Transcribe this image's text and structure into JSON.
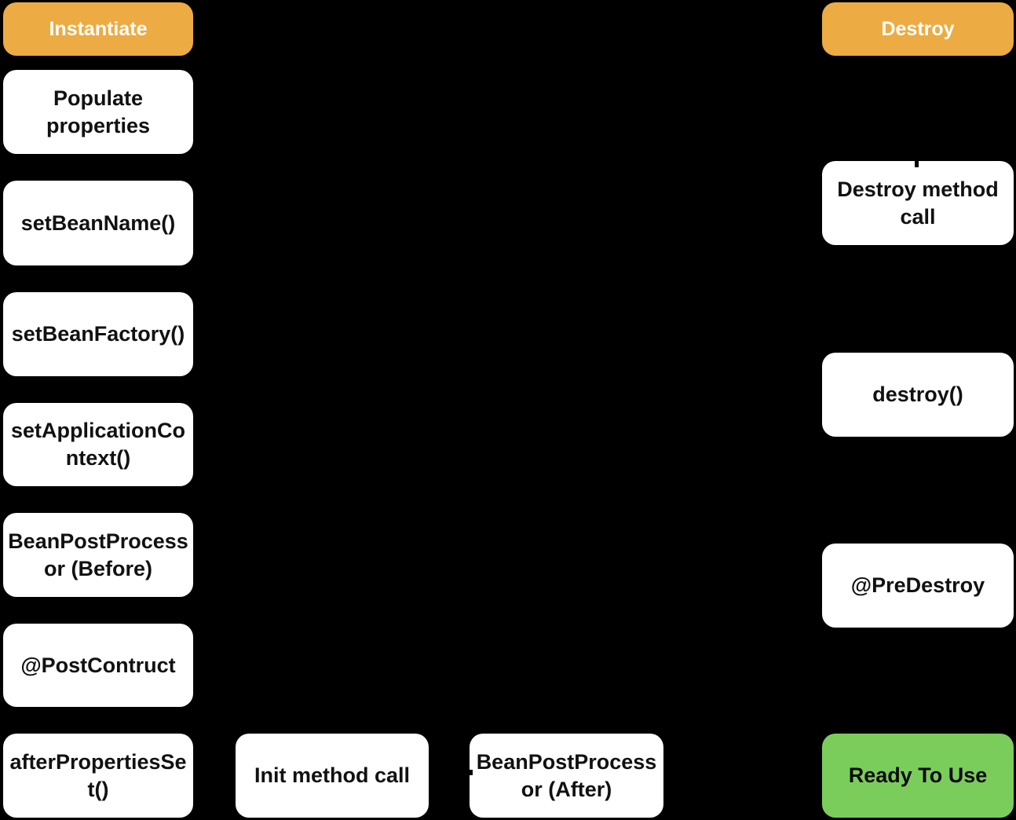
{
  "colors": {
    "background": "#000000",
    "stage_orange": "#ECAB43",
    "stage_text": "#FFFFFF",
    "step_bg": "#FFFFFF",
    "step_text": "#111111",
    "ready_green": "#7BCD5B",
    "ready_text": "#0B0B0B"
  },
  "lifecycle": {
    "instantiate_header": "Instantiate",
    "instantiate_steps": [
      "Populate properties",
      "setBeanName()",
      "setBeanFactory()",
      "setApplicationContext()",
      "BeanPostProcessor (Before)",
      "@PostContruct",
      "afterPropertiesSet()"
    ],
    "bottom_steps": [
      "Init method call",
      "BeanPostProcessor (After)"
    ],
    "ready_label": "Ready To Use",
    "destroy_header": "Destroy",
    "destroy_steps": [
      "Destroy method call",
      "destroy()",
      "@PreDestroy"
    ]
  }
}
